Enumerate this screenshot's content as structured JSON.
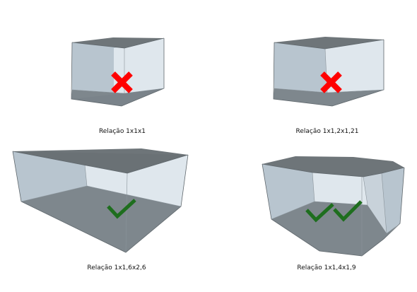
{
  "panels": [
    {
      "caption": "Relação 1x1x1",
      "verdict": "wrong",
      "mark_icon": "red-x-icon"
    },
    {
      "caption": "Relação 1x1,2x1,21",
      "verdict": "wrong",
      "mark_icon": "red-x-icon"
    },
    {
      "caption": "Relação 1x1,6x2,6",
      "verdict": "right",
      "mark_icon": "green-check-icon"
    },
    {
      "caption": "Relação 1x1,4x1,9",
      "verdict": "right",
      "mark_icon": "green-check-icon"
    }
  ],
  "colors": {
    "top": "#6e7579",
    "floor": "#7e878d",
    "back_wall": "#dfe7ed",
    "side_wall": "#b8c5cf",
    "front_wall": "#c8d2da",
    "edge": "#5f676c",
    "wrong_mark": "#ff0000",
    "right_mark": "#1e6e1e"
  }
}
